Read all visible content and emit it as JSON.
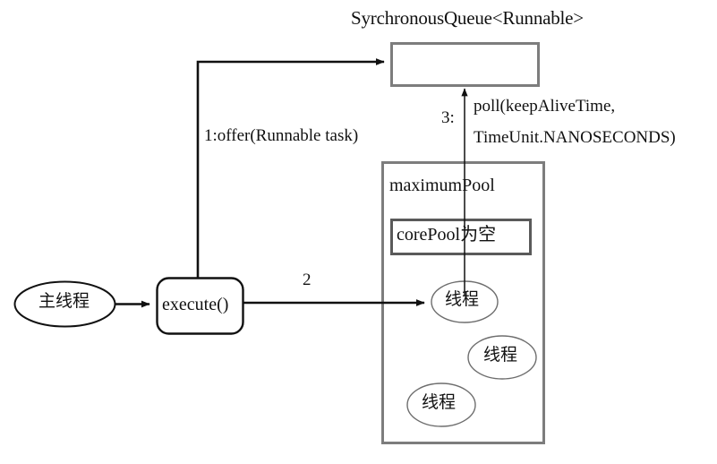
{
  "diagram": {
    "title_text": "SyrchronousQueue<Runnable>",
    "background_color": "#ffffff",
    "box_border_gray": "#7d7d7d",
    "stroke_black": "#111111",
    "nodes": {
      "main_thread": {
        "label": "主线程",
        "shape": "ellipse"
      },
      "execute": {
        "label": "execute()",
        "shape": "rounded-rect"
      },
      "queue": {
        "label": "",
        "shape": "rect",
        "title": "SyrchronousQueue<Runnable>"
      },
      "maximum_pool": {
        "label": "maximumPool",
        "shape": "rect"
      },
      "core_pool": {
        "label": "corePool为空",
        "shape": "rect"
      },
      "thread_1": {
        "label": "线程",
        "shape": "ellipse"
      },
      "thread_2": {
        "label": "线程",
        "shape": "ellipse"
      },
      "thread_3": {
        "label": "线程",
        "shape": "ellipse"
      }
    },
    "edges": {
      "offer": {
        "label": "1:offer(Runnable task)",
        "from": "execute",
        "to": "queue"
      },
      "step2": {
        "label": "2",
        "from": "execute",
        "to": "thread_1"
      },
      "poll": {
        "step": "3:",
        "label_line1": "poll(keepAliveTime,",
        "label_line2": "TimeUnit.NANOSECONDS)",
        "from": "thread_1",
        "to": "queue"
      },
      "main_to_execute": {
        "label": "",
        "from": "main_thread",
        "to": "execute"
      }
    }
  }
}
